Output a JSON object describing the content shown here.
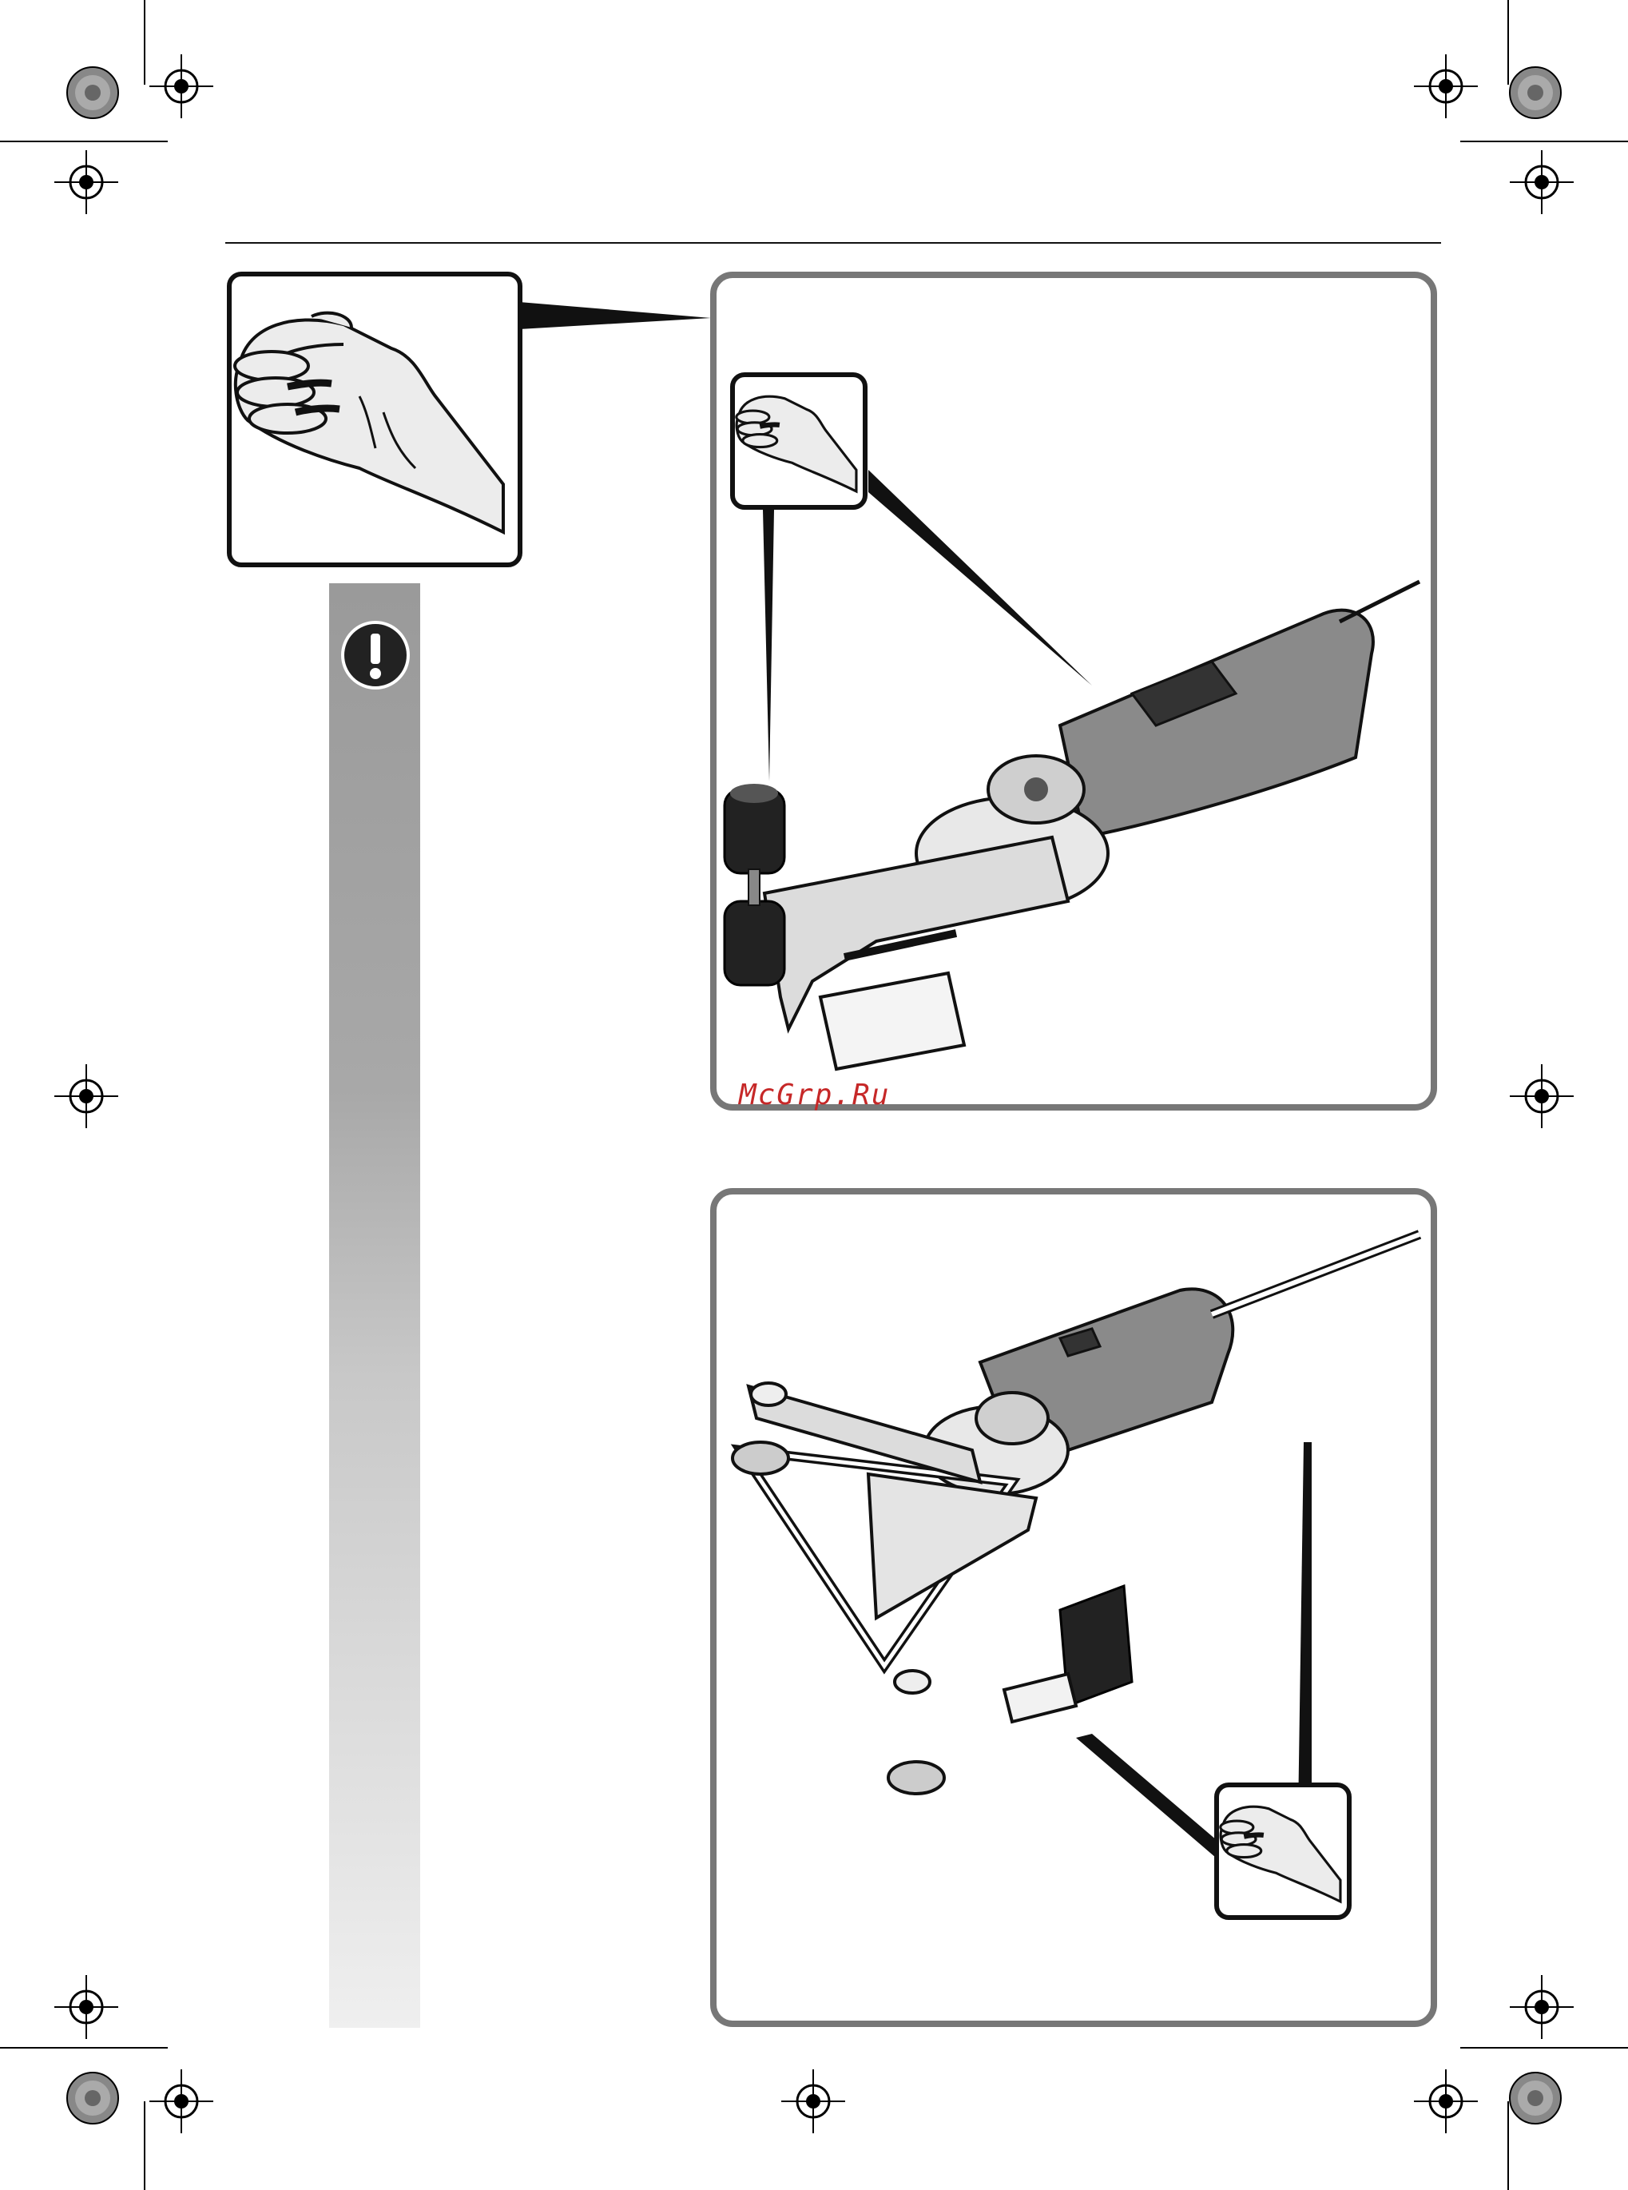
{
  "watermark": {
    "text": "McGrp.Ru",
    "color": "#c62828"
  },
  "icons": {
    "hand_icon": "hand-grip-pictogram",
    "caution_icon": "exclamation-circle",
    "registration_marks": "crosshair-target"
  },
  "colors": {
    "frame_border": "#777777",
    "caution_bar_top": "#9a9a9a",
    "caution_bar_bottom": "#efefef",
    "tool_body": "#8a8a8a",
    "handle": "#222222"
  }
}
